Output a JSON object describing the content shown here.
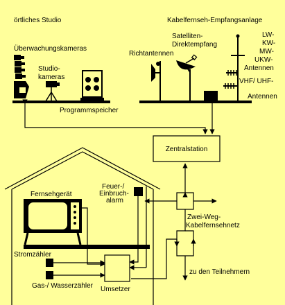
{
  "local_studio": {
    "title": "örtliches Studio",
    "surveillance_label": "Überwachungskameras",
    "studio_cameras_label_1": "Studio-",
    "studio_cameras_label_2": "kameras",
    "program_storage_label": "Programmspeicher"
  },
  "cable_reception": {
    "title": "Kabelfernseh-Empfangsanlage",
    "directional_antennas_label": "Richtantennen",
    "satellite_label_1": "Satelliten-",
    "satellite_label_2": "Direktempfang",
    "lw_label": "LW-",
    "kw_label": "KW-",
    "mw_label": "MW-",
    "ukw_label": "UKW-",
    "antennas_label_1": "Antennen",
    "vhf_uhf_label": "VHF/ UHF-",
    "antennas_label_2": "Antennen"
  },
  "central_station_label": "Zentralstation",
  "house": {
    "tv_label": "Fernsehgerät",
    "alarm_label_1": "Feuer-/",
    "alarm_label_2": "Einbruch-",
    "alarm_label_3": "alarm",
    "power_meter_label": "Stromzähler",
    "gas_water_label": "Gas-/ Wasserzähler",
    "converter_label": "Umsetzer"
  },
  "network": {
    "two_way_label_1": "Zwei-Weg-",
    "two_way_label_2": "Kabelfernsehnetz",
    "subscribers_label": "zu den Teilnehmern"
  },
  "colors": {
    "background": "#ffff9b",
    "ink": "#000000"
  }
}
